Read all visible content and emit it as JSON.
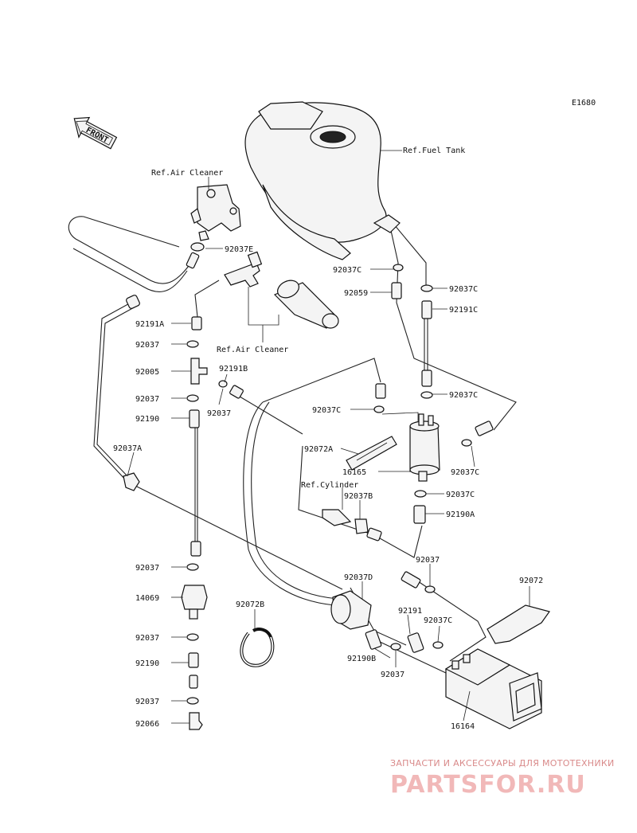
{
  "diagram_code": "E1680",
  "front_label": "FRONT",
  "watermark": {
    "subtitle": "ЗАПЧАСТИ И АКСЕССУАРЫ ДЛЯ МОТОТЕХНИКИ",
    "brand": "PARTSFOR.RU"
  },
  "labels": [
    {
      "id": "ref-fuel-tank",
      "text": "Ref.Fuel Tank"
    },
    {
      "id": "ref-air-cleaner-top",
      "text": "Ref.Air Cleaner"
    },
    {
      "id": "ref-air-cleaner-mid",
      "text": "Ref.Air Cleaner"
    },
    {
      "id": "ref-cylinder",
      "text": "Ref.Cylinder"
    },
    {
      "id": "p92037e",
      "text": "92037E"
    },
    {
      "id": "p92191a",
      "text": "92191A"
    },
    {
      "id": "p92037-a",
      "text": "92037"
    },
    {
      "id": "p92005",
      "text": "92005"
    },
    {
      "id": "p92191b",
      "text": "92191B"
    },
    {
      "id": "p92037-b",
      "text": "92037"
    },
    {
      "id": "p92037-c",
      "text": "92037"
    },
    {
      "id": "p92190",
      "text": "92190"
    },
    {
      "id": "p92037a",
      "text": "92037A"
    },
    {
      "id": "p92037-d",
      "text": "92037"
    },
    {
      "id": "p14069",
      "text": "14069"
    },
    {
      "id": "p92037-e",
      "text": "92037"
    },
    {
      "id": "p92190-b",
      "text": "92190"
    },
    {
      "id": "p92037-f",
      "text": "92037"
    },
    {
      "id": "p92066",
      "text": "92066"
    },
    {
      "id": "p92037c-a",
      "text": "92037C"
    },
    {
      "id": "p92059",
      "text": "92059"
    },
    {
      "id": "p92037c-b",
      "text": "92037C"
    },
    {
      "id": "p92191c",
      "text": "92191C"
    },
    {
      "id": "p92037c-c",
      "text": "92037C"
    },
    {
      "id": "p92037c-d",
      "text": "92037C"
    },
    {
      "id": "p92072a",
      "text": "92072A"
    },
    {
      "id": "p16165",
      "text": "16165"
    },
    {
      "id": "p92037c-e",
      "text": "92037C"
    },
    {
      "id": "p92037b",
      "text": "92037B"
    },
    {
      "id": "p92037c-f",
      "text": "92037C"
    },
    {
      "id": "p92190a",
      "text": "92190A"
    },
    {
      "id": "p92037-g",
      "text": "92037"
    },
    {
      "id": "p92037d",
      "text": "92037D"
    },
    {
      "id": "p92072b",
      "text": "92072B"
    },
    {
      "id": "p92191",
      "text": "92191"
    },
    {
      "id": "p92037c-g",
      "text": "92037C"
    },
    {
      "id": "p92190b",
      "text": "92190B"
    },
    {
      "id": "p92037-h",
      "text": "92037"
    },
    {
      "id": "p92072",
      "text": "92072"
    },
    {
      "id": "p16164",
      "text": "16164"
    }
  ]
}
